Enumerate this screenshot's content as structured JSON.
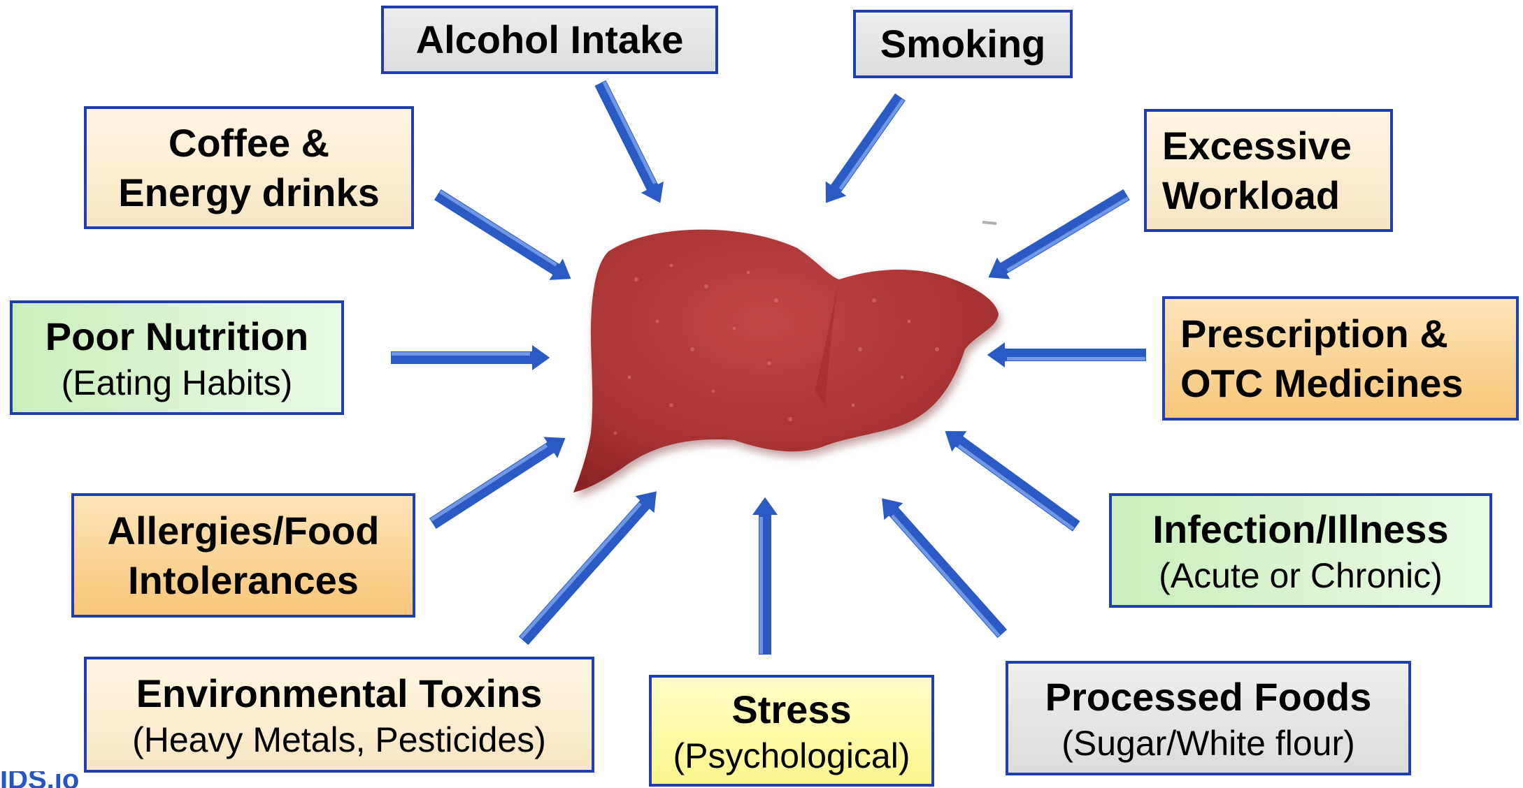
{
  "diagram": {
    "center": {
      "organ_icon": "liver-icon",
      "color": "#a83232"
    },
    "factors": [
      {
        "id": "alcohol",
        "title": "Alcohol Intake",
        "subtitle": ""
      },
      {
        "id": "smoking",
        "title": "Smoking",
        "subtitle": ""
      },
      {
        "id": "coffee",
        "title": "Coffee &\nEnergy drinks",
        "subtitle": ""
      },
      {
        "id": "workload",
        "title": "Excessive\nWorkload",
        "subtitle": ""
      },
      {
        "id": "nutrition",
        "title": "Poor Nutrition",
        "subtitle": "(Eating Habits)"
      },
      {
        "id": "medicines",
        "title": "Prescription &\nOTC Medicines",
        "subtitle": ""
      },
      {
        "id": "allergies",
        "title": "Allergies/Food\nIntolerances",
        "subtitle": ""
      },
      {
        "id": "infection",
        "title": "Infection/Illness",
        "subtitle": "(Acute or Chronic)"
      },
      {
        "id": "toxins",
        "title": "Environmental Toxins",
        "subtitle": "(Heavy Metals, Pesticides)"
      },
      {
        "id": "stress",
        "title": "Stress",
        "subtitle": "(Psychological)"
      },
      {
        "id": "processed",
        "title": "Processed Foods",
        "subtitle": "(Sugar/White flour)"
      }
    ],
    "arrow_color": "#2a5bc4",
    "border_color": "#1f3fb0",
    "logo_text": "IDS.io"
  }
}
